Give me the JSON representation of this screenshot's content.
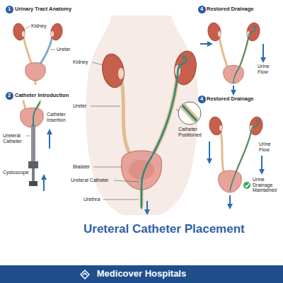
{
  "diagram": {
    "title": "Ureteral Catheter Placement",
    "nodes": [
      {
        "text": [
          "1"
        ]
      },
      {
        "text": [
          "2"
        ]
      },
      {
        "text": [
          "4"
        ]
      },
      {
        "text": [
          "4"
        ]
      },
      {
        "text": [
          "Medicover Hospitals"
        ]
      }
    ],
    "labels": [
      "Urinary Tract Anatomy",
      "Kidney",
      "Ureter",
      "Catheter Introduction",
      "Catheter Insertion",
      "Ureteral Catheter",
      "Cystoscope",
      "Kidney",
      "Ureter",
      "Bladder",
      "Ureteral Catheter",
      "Urethra",
      "Catheter Positioned",
      "Restored Drainage",
      "Urine Flow",
      "Restored Drainage",
      "Urine Flow",
      "Urine Drainage Maintained"
    ]
  }
}
